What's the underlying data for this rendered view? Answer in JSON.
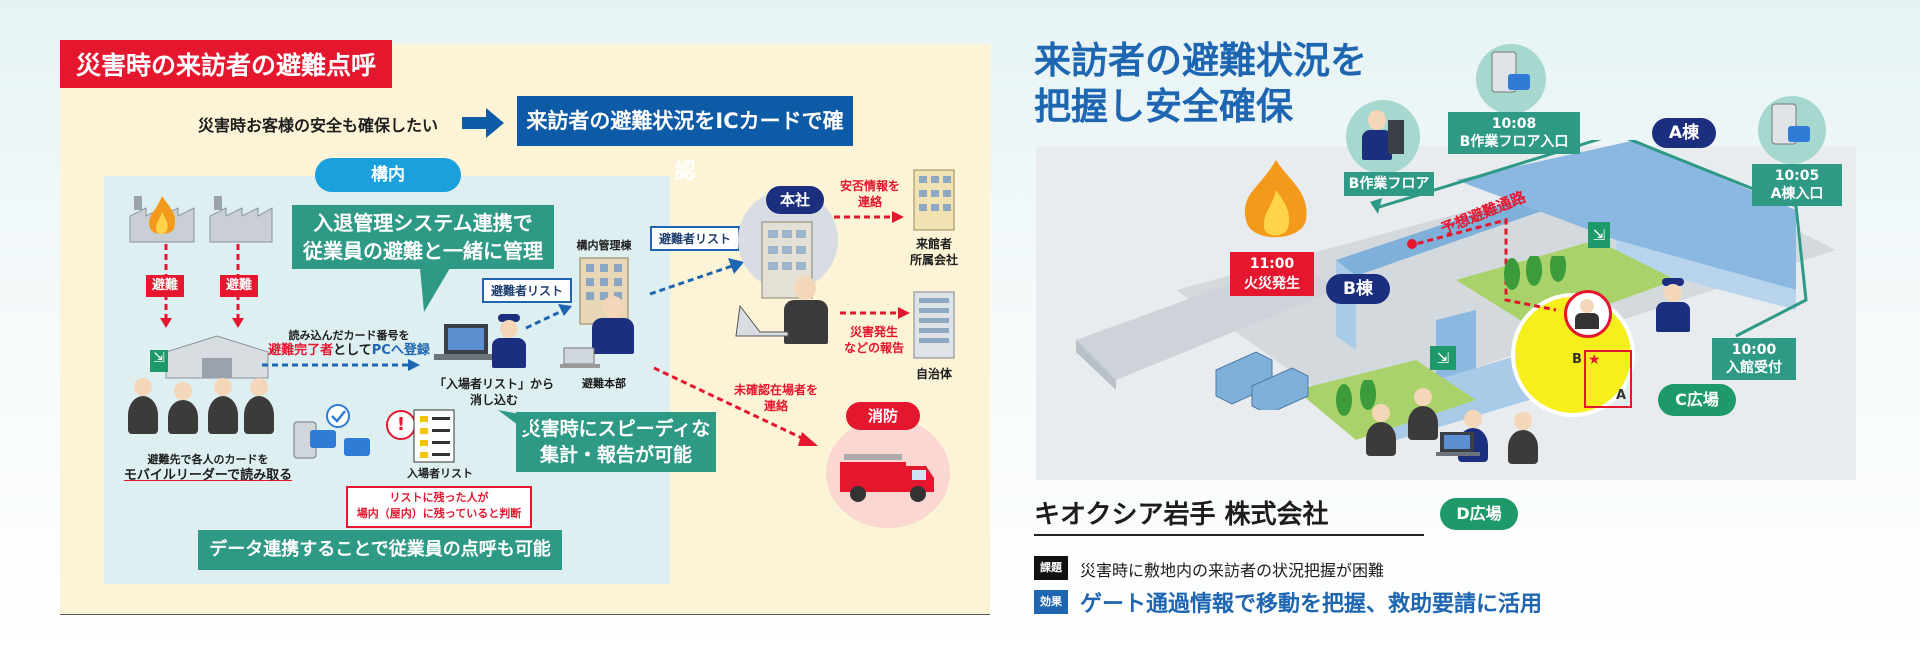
{
  "left": {
    "title": "災害時の来訪者の避難点呼",
    "lead_text": "災害時お客様の安全も確保したい",
    "lead_box": "来訪者の避難状況をICカードで確認",
    "zone_label": "構内",
    "mgmt_callout": [
      "入退管理システム連携で",
      "従業員の避難と一緒に管理"
    ],
    "evac_labels": [
      "避難",
      "避難"
    ],
    "read_card_caption_1": "避難先で各人のカードを",
    "read_card_caption_2": "モバイルリーダーで読み取る",
    "register_1": "読み込んだカード番号を",
    "register_2a": "避難完了者",
    "register_2b": "として",
    "register_2c": "PCへ登録",
    "list_erase_1": "「入場者リスト」から",
    "list_erase_2": "消し込む",
    "evacuee_list_1": "避難者リスト",
    "evacuee_list_2": "避難者リスト",
    "hq_building": "構内管理棟",
    "evac_hq": "避難本部",
    "entrant_list": "入場者リスト",
    "remaining_1": "リストに残った人が",
    "remaining_2": "場内（屋内）に残っていると判断",
    "speedy_1": "災害時にスピーディな",
    "speedy_2": "集計・報告が可能",
    "data_link": "データ連携することで従業員の点呼も可能",
    "head_office": "本社",
    "safety_info_1": "安否情報を",
    "safety_info_2": "連絡",
    "visitor_company_1": "来館者",
    "visitor_company_2": "所属会社",
    "disaster_report_1": "災害発生",
    "disaster_report_2": "などの報告",
    "municipality": "自治体",
    "unconfirmed_1": "未確認在場者を",
    "unconfirmed_2": "連絡",
    "fire_dept": "消防"
  },
  "right": {
    "headline_1": "来訪者の避難状況を",
    "headline_2": "把握し安全確保",
    "bubbles": [
      {
        "time": "10:08",
        "label": "B作業フロア入口"
      },
      {
        "time": "",
        "label": "B作業フロア"
      },
      {
        "time": "10:05",
        "label": "A棟入口"
      }
    ],
    "fire_time": "11:00",
    "fire_label": "火災発生",
    "route_label": "予想避難通路",
    "building_a": "A棟",
    "building_b": "B棟",
    "reception_time": "10:00",
    "reception_label": "入館受付",
    "plaza_c": "C広場",
    "plaza_d": "D広場",
    "map_b": "B",
    "map_a": "A",
    "company": "キオクシア岩手 株式会社",
    "issue_tag": "課題",
    "issue_text": "災害時に敷地内の来訪者の状況把握が困難",
    "effect_tag": "効果",
    "effect_text": "ゲート通過情報で移動を把握、救助要請に活用"
  },
  "colors": {
    "red": "#e5172f",
    "blue": "#0d5aa6",
    "teal": "#2e9a86",
    "navy": "#1c2f7e"
  },
  "icons": [
    "fire-icon",
    "factory-icon",
    "person-icon",
    "laptop-icon",
    "building-icon",
    "fire-truck-icon",
    "card-reader-icon",
    "checklist-icon",
    "exit-sign-icon",
    "truck-icon",
    "tree-icon"
  ]
}
